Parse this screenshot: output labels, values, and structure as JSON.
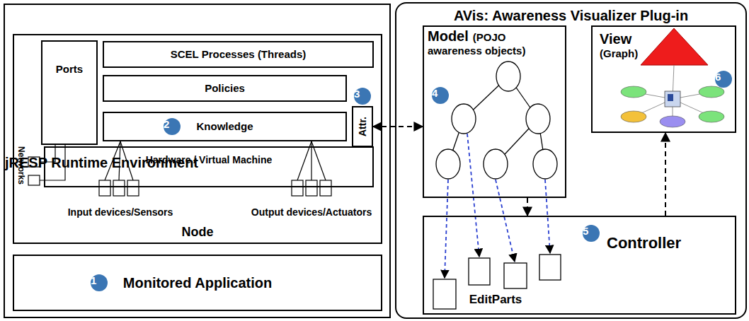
{
  "diagram": {
    "nodes": [
      {
        "text": [
          "jRESP Runtime Environment"
        ]
      },
      {
        "text": [
          "Node"
        ],
        "in": 0
      },
      {
        "text": [
          "Ports"
        ],
        "in": 1
      },
      {
        "text": [
          "SCEL Processes (Threads)"
        ],
        "in": 1
      },
      {
        "text": [
          "Policies"
        ],
        "in": 1
      },
      {
        "text": [
          "Knowledge"
        ],
        "in": 1
      },
      {
        "text": [
          "Attr."
        ],
        "in": 1
      },
      {
        "text": [
          "Hardware / Virtual Machine"
        ],
        "in": 1
      },
      {
        "text": [
          "Monitored Application"
        ],
        "in": 0
      },
      {
        "text": [
          "AVis: Awareness Visualizer Plug-in"
        ]
      },
      {
        "text": [
          "Model",
          "(POJO awareness objects)"
        ],
        "in": 9
      },
      {
        "text": [
          "View",
          "(Graph)"
        ],
        "in": 9
      },
      {
        "text": [
          "Controller"
        ],
        "in": 9
      }
    ],
    "edges": [
      {
        "from": 6,
        "to": 10,
        "arrow": "both"
      },
      {
        "from": 10,
        "to": 12,
        "arrow": "to"
      },
      {
        "from": 12,
        "to": 11,
        "arrow": "to"
      }
    ],
    "labels": [
      "Networks",
      "Input devices/Sensors",
      "Output devices/Actuators",
      "EditParts",
      "1",
      "2",
      "3",
      "4",
      "5",
      "6"
    ]
  }
}
